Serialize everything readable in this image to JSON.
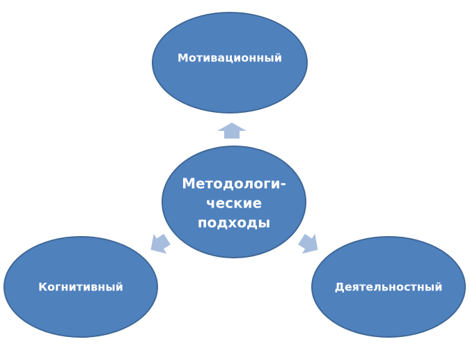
{
  "diagram": {
    "colors": {
      "node_fill": "#4f81bd",
      "node_stroke": "#3f6796",
      "arrow_fill": "#a7bddd",
      "text": "#ffffff",
      "background": "#ffffff"
    },
    "center": {
      "line1": "Методологи-",
      "line2": "ческие",
      "line3": "подходы"
    },
    "nodes": {
      "top": {
        "label": "Мотивационный"
      },
      "left": {
        "label": "Когнитивный"
      },
      "right": {
        "label": "Деятельностный"
      }
    }
  }
}
